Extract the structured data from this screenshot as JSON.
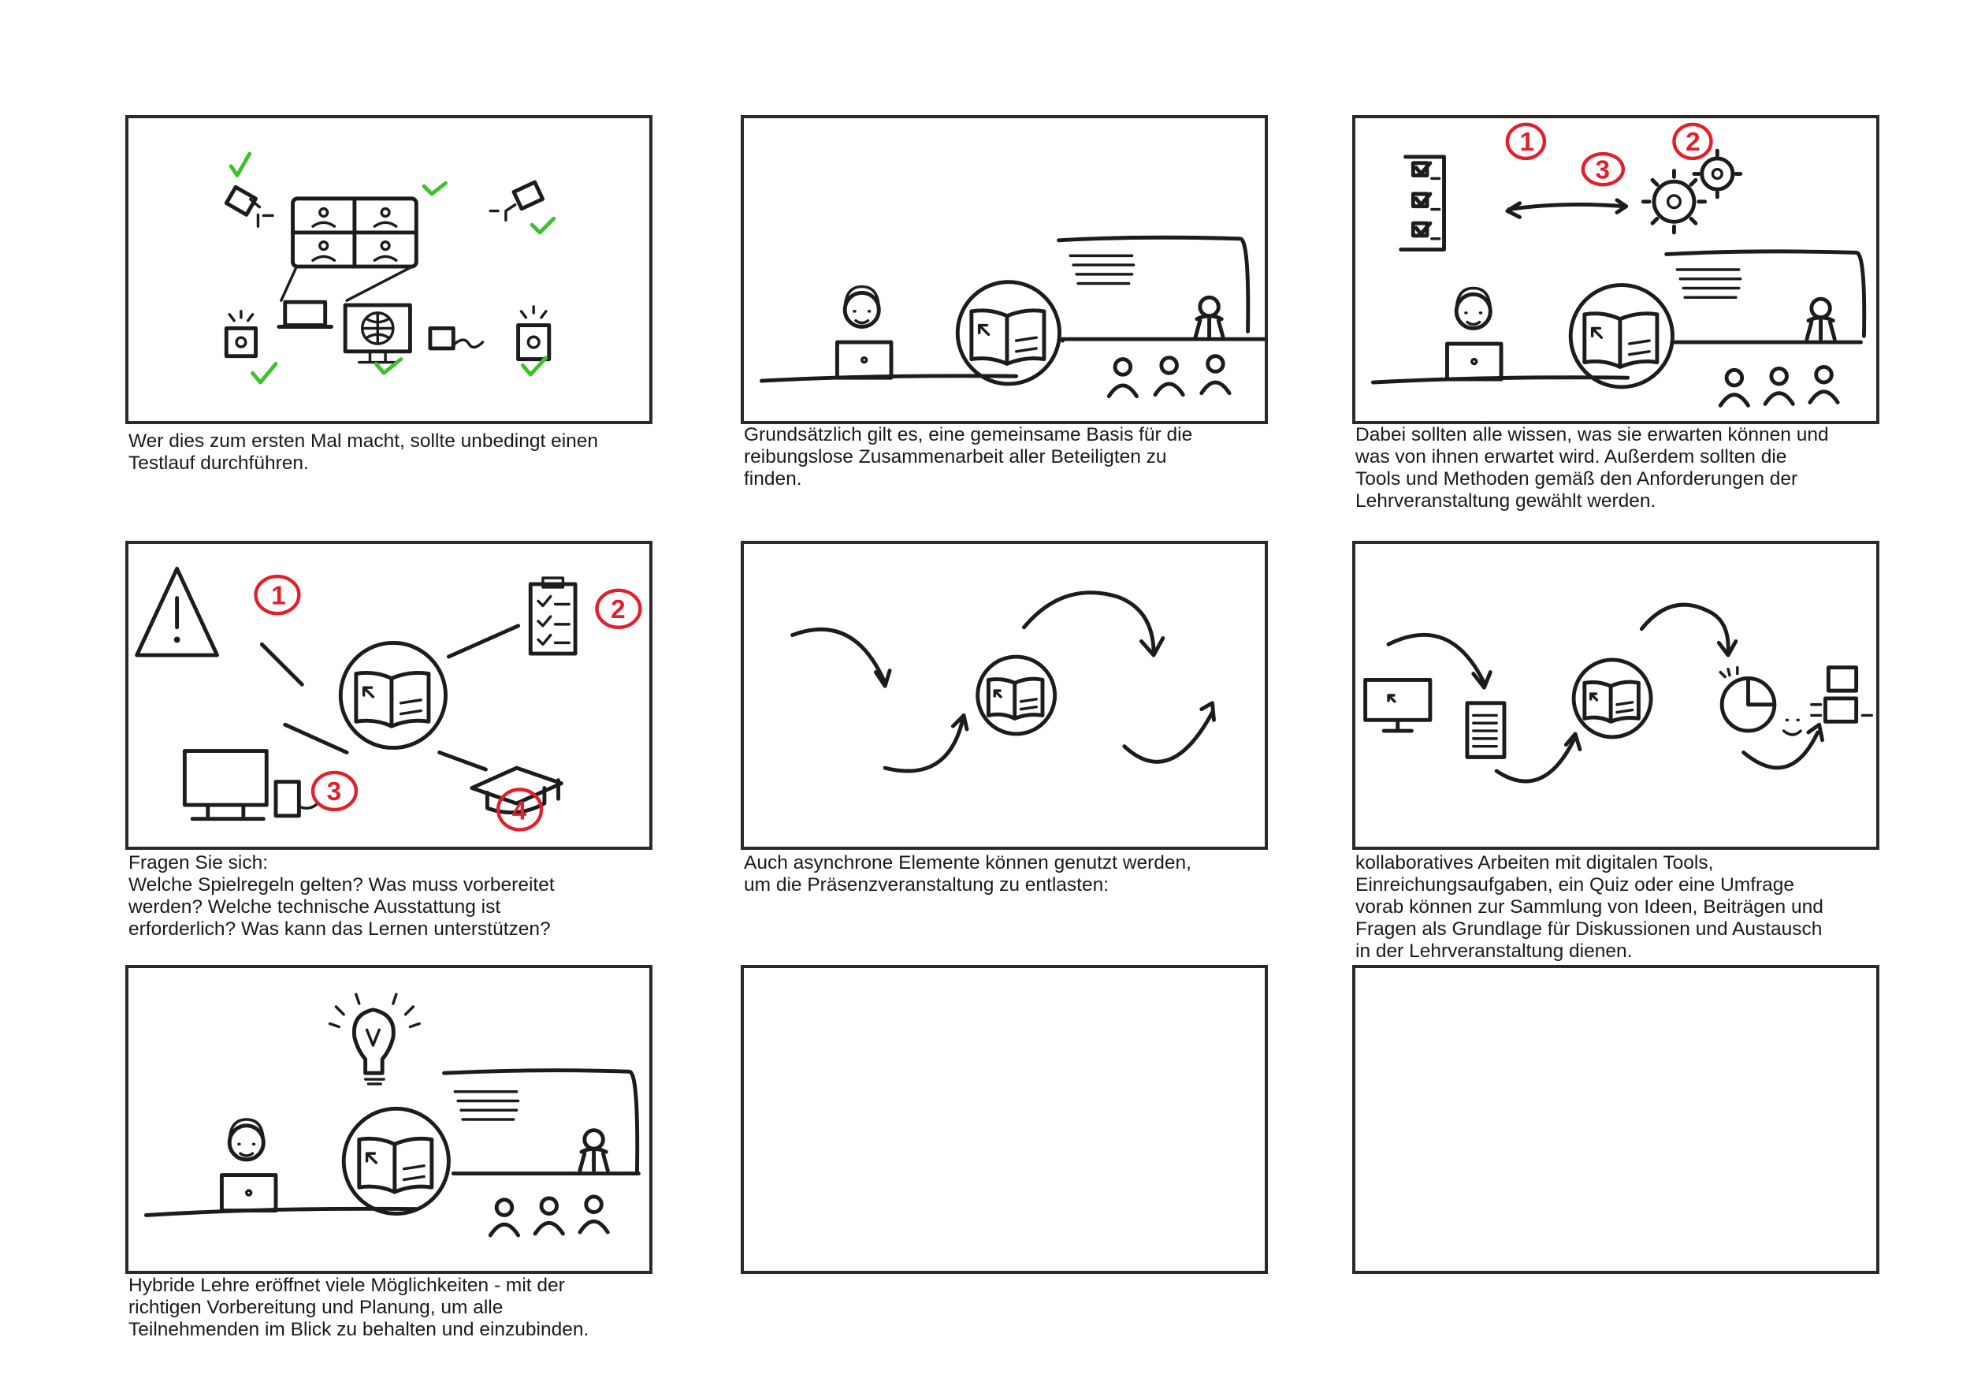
{
  "panels": [
    {
      "caption": "Wer dies zum ersten Mal macht, sollte unbedingt einen\nTestlauf durchführen."
    },
    {
      "caption": "Grundsätzlich gilt es, eine gemeinsame Basis für die\nreibungslose Zusammenarbeit aller Beteiligten zu\nfinden."
    },
    {
      "caption": "Dabei sollten alle wissen, was sie erwarten können und\nwas von ihnen erwartet wird. Außerdem sollten die\nTools und Methoden gemäß den Anforderungen der\nLehrveranstaltung gewählt werden.",
      "markers": [
        "1",
        "2",
        "3"
      ]
    },
    {
      "caption": "Fragen Sie sich:\nWelche Spielregeln gelten? Was muss vorbereitet\nwerden? Welche technische Ausstattung ist\nerforderlich? Was kann das Lernen unterstützen?",
      "markers": [
        "1",
        "2",
        "3",
        "4"
      ]
    },
    {
      "caption": "Auch asynchrone Elemente können genutzt werden,\num die Präsenzveranstaltung zu entlasten:"
    },
    {
      "caption": "kollaboratives Arbeiten mit digitalen Tools,\nEinreichungsaufgaben, ein Quiz oder eine Umfrage\nvorab können zur Sammlung von Ideen, Beiträgen und\nFragen als Grundlage für Diskussionen und Austausch\nin der Lehrveranstaltung dienen."
    },
    {
      "caption": "Hybride Lehre eröffnet viele Möglichkeiten - mit der\nrichtigen Vorbereitung und Planung, um alle\nTeilnehmenden im Blick zu behalten und einzubinden."
    },
    {
      "caption": ""
    },
    {
      "caption": ""
    }
  ],
  "colors": {
    "frame": "#2a2a2a",
    "check": "#3fc12e",
    "marker": "#e0202a"
  }
}
